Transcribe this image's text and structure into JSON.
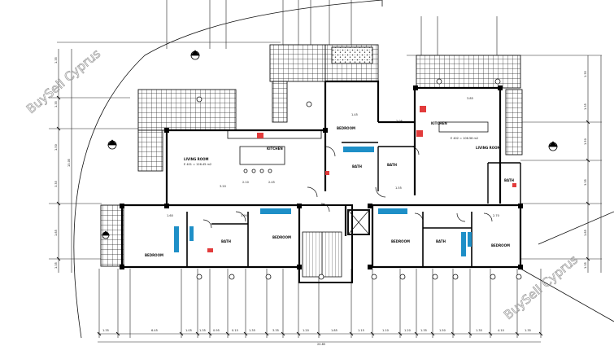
{
  "watermark": {
    "text": "BuySell Cyprus"
  },
  "rooms": {
    "living_left": "LIVING ROOM",
    "living_right": "LIVING ROOM",
    "kitchen_left": "KITCHEN",
    "kitchen_right": "KITCHEN",
    "bedroom_top": "BEDROOM",
    "bath_top_a": "BATH",
    "bath_top_b": "BATH",
    "bath_right": "BATH",
    "bedroom_bl_a": "BEDROOM",
    "bedroom_bl_b": "BEDROOM",
    "bath_bl": "BATH",
    "bedroom_br_a": "BEDROOM",
    "bedroom_br_b": "BEDROOM",
    "bath_br": "BATH"
  },
  "areas": {
    "left": "E 401 = 126.45 m2",
    "right": "E 402 = 106.56 m2"
  },
  "dimensions": {
    "bottom_row": [
      "1.35",
      "6.45",
      "1.05",
      "1.35",
      "0.95",
      "0.15",
      "1.35",
      "3.35",
      "1.20",
      "1.85",
      "1.15",
      "1.10",
      "1.20",
      "1.35",
      "1.50",
      "1.35",
      "4.10",
      "1.35"
    ],
    "bottom_total": "20.85",
    "left_column": [
      "1.35",
      "1.35",
      "1.50",
      "3.35",
      "1.85",
      "1.35"
    ],
    "left_total": "13.05",
    "right_column": [
      "1.35",
      "1.35",
      "1.50",
      "3.35",
      "1.85",
      "1.35"
    ],
    "interior": [
      "3.20",
      "2.10",
      "2.45",
      "1.45",
      "1.60",
      "3.90",
      "2.05",
      "3.85",
      "1.55",
      "2.70"
    ]
  }
}
